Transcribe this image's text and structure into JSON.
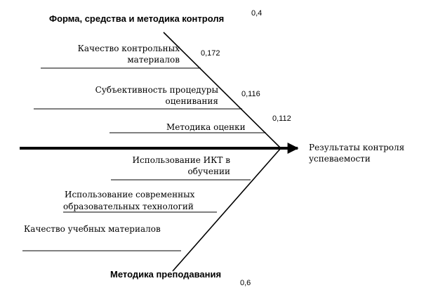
{
  "top_group": {
    "title": "Форма, средства и методика контроля",
    "weight": "0,4",
    "causes": [
      {
        "line1": "Качество контрольных",
        "line2": "материалов",
        "weight": "0,172"
      },
      {
        "line1": "Субъективность процедуры",
        "line2": "оценивания",
        "weight": "0,116"
      },
      {
        "line1": "Методика оценки",
        "weight": "0,112"
      }
    ]
  },
  "bottom_group": {
    "title": "Методика преподавания",
    "weight": "0,6",
    "causes": [
      {
        "line1": "Использование  ИКТ в",
        "line2": "обучении"
      },
      {
        "line1": "Использование современных",
        "line2": "образовательных технологий"
      },
      {
        "line1": "Качество учебных материалов"
      }
    ]
  },
  "effect": {
    "line1": "Результаты контроля",
    "line2": "успеваемости"
  }
}
